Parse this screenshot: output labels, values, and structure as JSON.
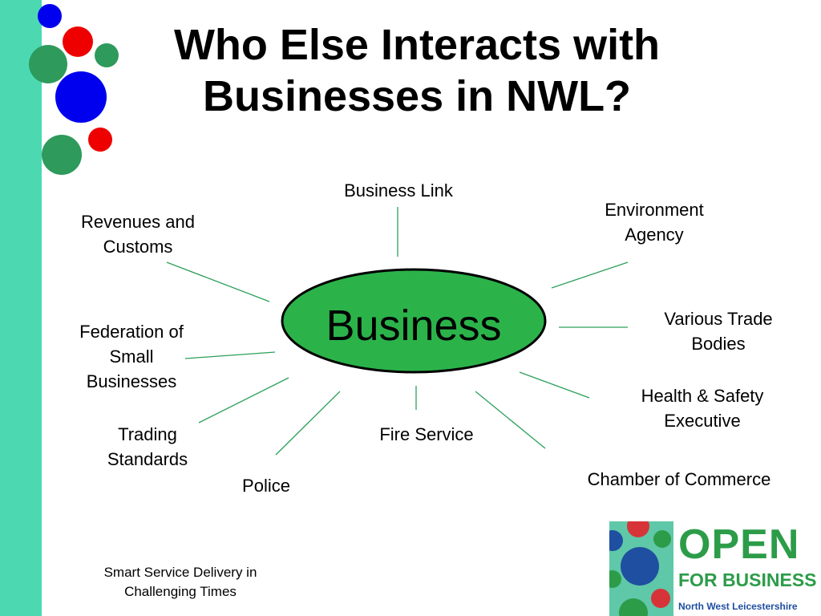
{
  "title": {
    "line1": "Who Else Interacts with",
    "line2": "Businesses in NWL?"
  },
  "center": {
    "label": "Business"
  },
  "nodes": {
    "business_link": "Business Link",
    "environment_agency": {
      "line1": "Environment",
      "line2": "Agency"
    },
    "various_trade_bodies": {
      "line1": "Various Trade",
      "line2": "Bodies"
    },
    "health_safety": {
      "line1": "Health & Safety",
      "line2": "Executive"
    },
    "chamber_of_commerce": "Chamber of Commerce",
    "fire_service": "Fire Service",
    "police": "Police",
    "trading_standards": {
      "line1": "Trading",
      "line2": "Standards"
    },
    "federation_small_businesses": {
      "line1": "Federation of",
      "line2": "Small",
      "line3": "Businesses"
    },
    "revenues_customs": {
      "line1": "Revenues and",
      "line2": "Customs"
    }
  },
  "footer": {
    "line1": "Smart Service Delivery in",
    "line2": "Challenging Times"
  },
  "logo": {
    "open": "OPEN",
    "for_business": "FOR BUSINESS",
    "region": "North West Leicestershire"
  },
  "colors": {
    "sidebar": "#4cd9b2",
    "connector": "#2ca05a",
    "ellipse_fill": "#2bb34a",
    "dot_blue": "#0000ee",
    "dot_red": "#ee0000",
    "dot_green": "#2e9a5c",
    "logo_green": "#2c9c49",
    "logo_blue": "#1f4fa0"
  }
}
